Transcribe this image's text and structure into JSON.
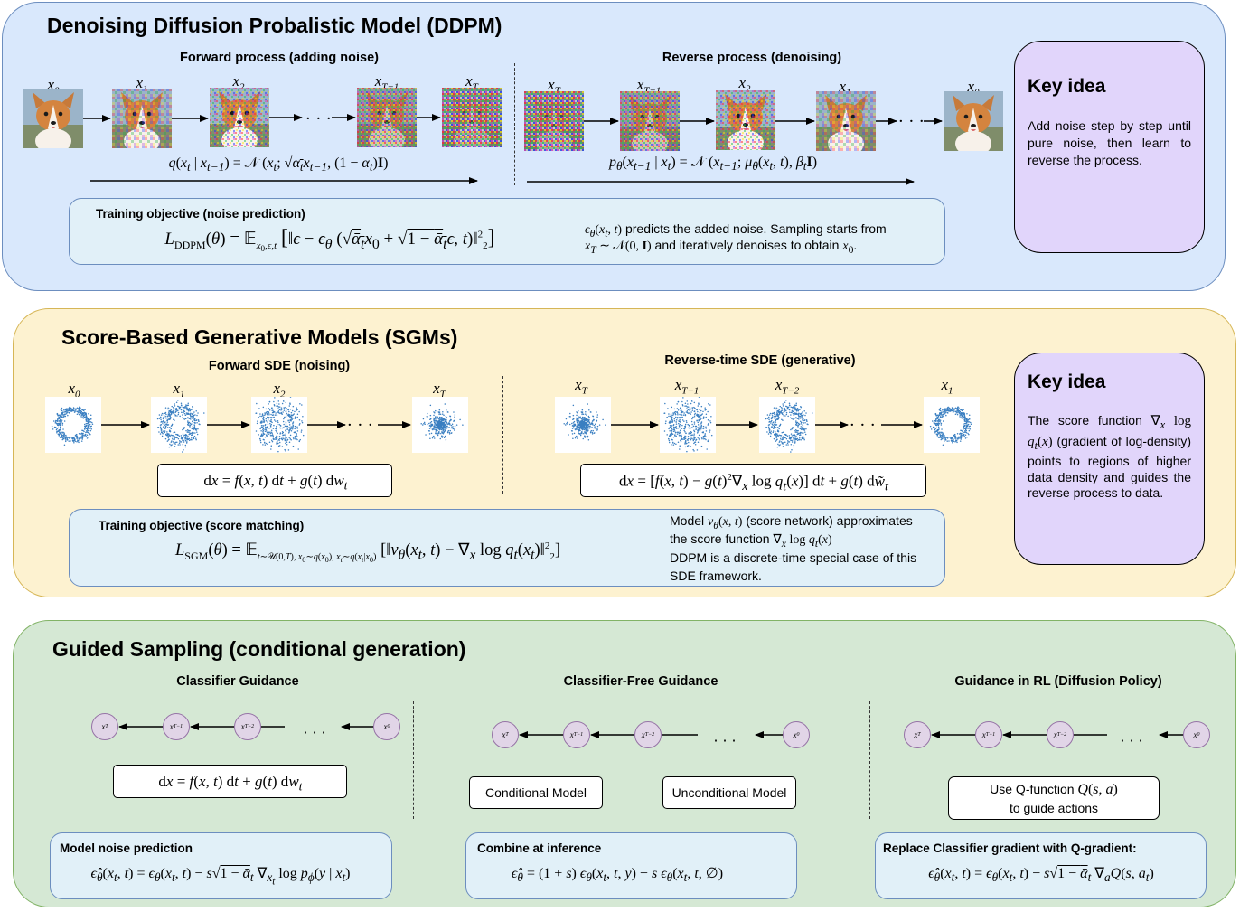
{
  "ddpm": {
    "title": "Denoising Diffusion Probalistic Model (DDPM)",
    "forward_title": "Forward process (adding noise)",
    "reverse_title": "Reverse process (denoising)",
    "forward_labels": [
      "x0",
      "x1",
      "x2",
      "xT−1",
      "xT"
    ],
    "reverse_labels": [
      "xT",
      "xT−1",
      "x2",
      "x1",
      "x0"
    ],
    "forward_eq": "q(xt | xt−1) = 𝒩 (xt; √αt xt−1, (1 − αt)I)",
    "reverse_eq": "pθ(xt−1 | xt) = 𝒩 (xt−1; μθ(xt, t), βtI)",
    "dots": "· · ·",
    "objective_title": "Training objective (noise prediction)",
    "objective_eq": "LDDPM(θ) = 𝔼x0,ϵ,t [ ‖ϵ − ϵθ (√ᾱt x0 + √1 − ᾱt ϵ, t)‖²₂ ]",
    "objective_note_1": "ϵθ(xt, t) predicts the added noise. Sampling starts from",
    "objective_note_2": "xT ∼ 𝒩(0, I) and iteratively denoises to obtain x0.",
    "key_title": "Key idea",
    "key_text": "Add noise step by step until pure noise, then learn to reverse the process."
  },
  "sgm": {
    "title": "Score-Based Generative Models (SGMs)",
    "forward_title": "Forward SDE (noising)",
    "reverse_title": "Reverse-time SDE (generative)",
    "forward_labels": [
      "x0",
      "x1",
      "x2",
      "xT"
    ],
    "reverse_labels": [
      "xT",
      "xT−1",
      "xT−2",
      "x1"
    ],
    "forward_eq": "dx = f(x, t) dt + g(t) dwt",
    "reverse_eq": "dx = [f(x, t) − g(t)²∇x log qt(x)] dt + g(t) dw̃t",
    "dots": "· · ·",
    "objective_title": "Training objective (score matching)",
    "objective_eq": "LSGM(θ) = 𝔼t∼𝒰(0,T), x0∼q(x0), xt∼q(xt|x0) [ ‖vθ(xt, t) − ∇x log qt(xt)‖²₂ ]",
    "objective_note_1": "Model vθ(x, t) (score network) approximates",
    "objective_note_2": "the score function ∇x log qt(x)",
    "objective_note_3": "DDPM is a discrete-time special case of this",
    "objective_note_4": "SDE framework.",
    "key_title": "Key idea",
    "key_text": "The score function ∇x log qt(x) (gradient of log-density) points to regions of higher data density and guides the reverse process to data."
  },
  "guided": {
    "title": "Guided Sampling (conditional generation)",
    "chain_labels": [
      "xT",
      "xT−1",
      "xT−2",
      "x0"
    ],
    "dots": ". . .",
    "classifier": {
      "title": "Classifier Guidance",
      "eq": "dx = f(x, t) dt + g(t) dwt",
      "box_title": "Model noise prediction",
      "box_eq": "ϵ̂θ(xt, t) = ϵθ(xt, t) − s√1 − ᾱt ∇xt log pϕ(y | xt)"
    },
    "cfg": {
      "title": "Classifier-Free Guidance",
      "conditional": "Conditional Model",
      "unconditional": "Unconditional Model",
      "box_title": "Combine at inference",
      "box_eq": "ϵ̂θ = (1 + s) ϵθ(xt, t, y) − s ϵθ(xt, t, ∅)"
    },
    "rl": {
      "title": "Guidance in RL (Diffusion Policy)",
      "qbox_1": "Use Q-function Q(s, a)",
      "qbox_2": "to guide actions",
      "box_title": "Replace Classifier gradient with Q-gradient:",
      "box_eq": "ϵ̂θ(xt, t) = ϵθ(xt, t) − s√1 − ᾱt ∇aQ(s, at)"
    }
  },
  "colors": {
    "ddpm_bg": "#d9e8fc",
    "sgm_bg": "#fdf2d0",
    "guided_bg": "#d5e8d4",
    "key_bg": "#e1d5fb",
    "objective_bg": "#e1f0f8",
    "node_bg": "#e1d5e7",
    "scatter": "#3a7fc1"
  },
  "icons": [
    "corgi-image",
    "noisy-corgi-image",
    "ring-scatter-plot",
    "arrow",
    "latent-node"
  ]
}
